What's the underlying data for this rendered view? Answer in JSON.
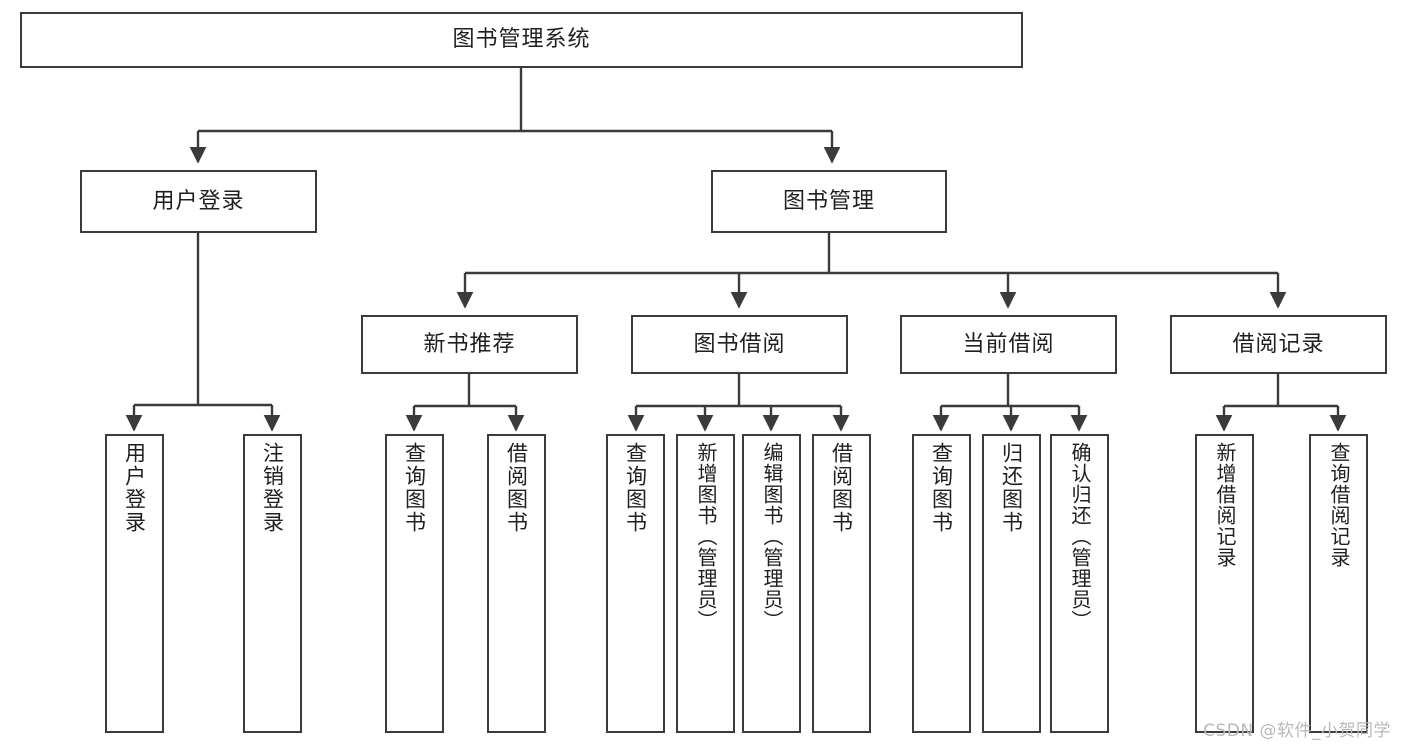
{
  "diagram": {
    "title_node": {
      "id": "root",
      "label": "图书管理系统"
    },
    "level2": [
      {
        "id": "login",
        "label": "用户登录"
      },
      {
        "id": "bookmgmt",
        "label": "图书管理"
      }
    ],
    "level3": [
      {
        "id": "newbook",
        "label": "新书推荐"
      },
      {
        "id": "borrow",
        "label": "图书借阅"
      },
      {
        "id": "current",
        "label": "当前借阅"
      },
      {
        "id": "records",
        "label": "借阅记录"
      }
    ],
    "leaves": {
      "login": [
        {
          "id": "user-login",
          "label": "用户登录"
        },
        {
          "id": "user-logout",
          "label": "注销登录"
        }
      ],
      "newbook": [
        {
          "id": "query-book-1",
          "label": "查询图书"
        },
        {
          "id": "borrow-book-1",
          "label": "借阅图书"
        }
      ],
      "borrow": [
        {
          "id": "query-book-2",
          "label": "查询图书"
        },
        {
          "id": "add-book",
          "label": "新增图书（管理员）"
        },
        {
          "id": "edit-book",
          "label": "编辑图书（管理员）"
        },
        {
          "id": "borrow-book-2",
          "label": "借阅图书"
        }
      ],
      "current": [
        {
          "id": "query-book-3",
          "label": "查询图书"
        },
        {
          "id": "return-book",
          "label": "归还图书"
        },
        {
          "id": "confirm-return",
          "label": "确认归还（管理员）"
        }
      ],
      "records": [
        {
          "id": "add-record",
          "label": "新增借阅记录"
        },
        {
          "id": "query-record",
          "label": "查询借阅记录"
        }
      ]
    }
  },
  "watermark": {
    "text": "CSDN @软件_小贺同学"
  },
  "colors": {
    "stroke": "#3b3b3b",
    "background": "#ffffff",
    "text": "#1f1f1f",
    "watermark": "#b9b9b9"
  }
}
